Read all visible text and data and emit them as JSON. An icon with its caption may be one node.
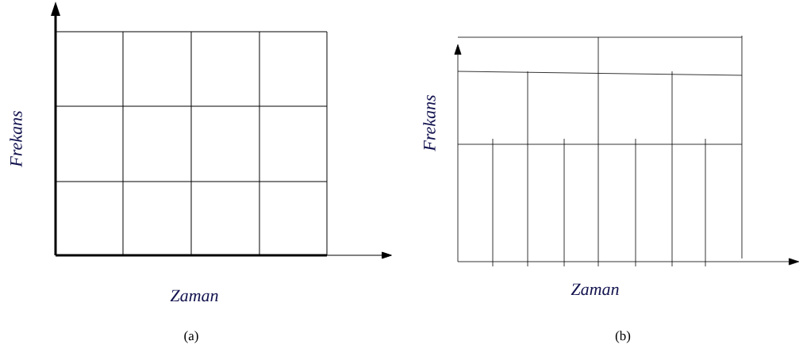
{
  "diagram": {
    "labels": [
      "Frekans",
      "Zaman",
      "(a)",
      "Frekans",
      "Zaman",
      "(b)"
    ]
  }
}
